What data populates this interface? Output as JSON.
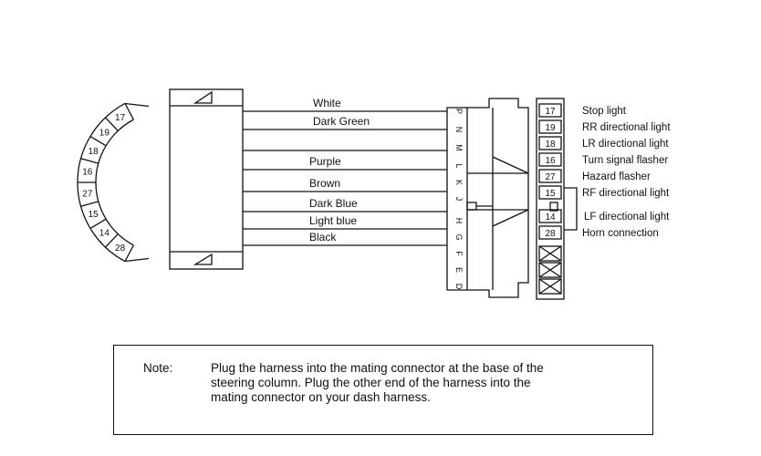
{
  "arc_terminals": [
    "17",
    "19",
    "18",
    "16",
    "27",
    "15",
    "14",
    "28"
  ],
  "wires": [
    {
      "label": "White",
      "pin": "P"
    },
    {
      "label": "Dark Green",
      "pin": "N"
    },
    {
      "label": "",
      "pin": "M"
    },
    {
      "label": "Purple",
      "pin": "L"
    },
    {
      "label": "Brown",
      "pin": "K"
    },
    {
      "label": "Dark Blue",
      "pin": "J"
    },
    {
      "label": "Light blue",
      "pin": "H"
    },
    {
      "label": "Black",
      "pin": "G"
    }
  ],
  "extra_pins": [
    "F",
    "E",
    "D"
  ],
  "terminals": [
    {
      "num": "17",
      "function": "Stop light"
    },
    {
      "num": "19",
      "function": "RR directional light"
    },
    {
      "num": "18",
      "function": "LR directional light"
    },
    {
      "num": "16",
      "function": "Turn signal flasher"
    },
    {
      "num": "27",
      "function": "Hazard flasher"
    },
    {
      "num": "15",
      "function": "RF directional light"
    },
    {
      "num": "14",
      "function": "LF directional light"
    },
    {
      "num": "28",
      "function": "Horn connection"
    }
  ],
  "note": {
    "title": "Note:",
    "lines": [
      "Plug the harness into the mating connector at the base of the",
      "steering column. Plug the other end of the harness into the",
      "mating connector on your dash harness."
    ]
  }
}
